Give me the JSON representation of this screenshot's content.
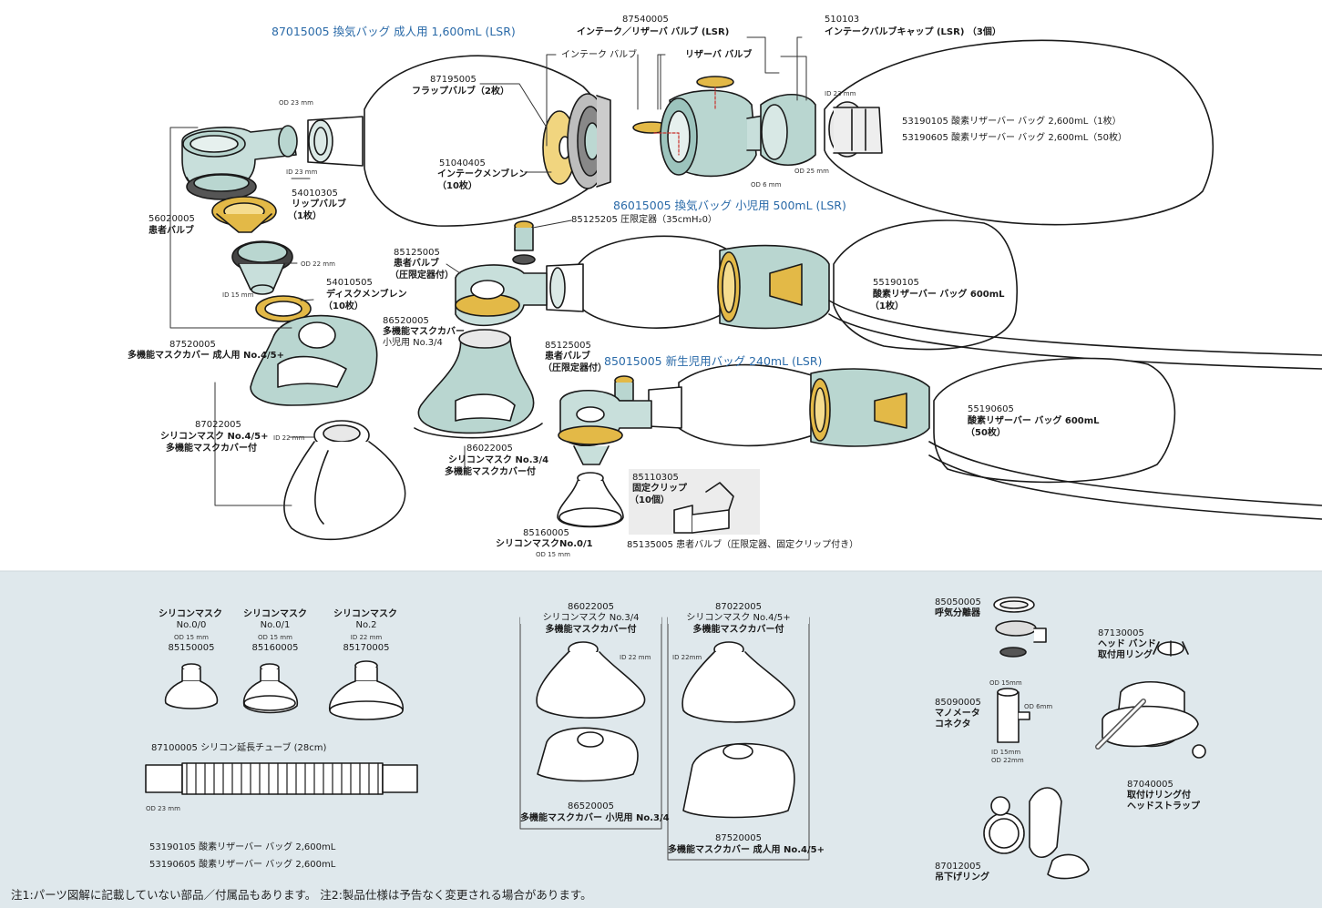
{
  "colors": {
    "bottom_panel": "#dfe8ec",
    "title_blue": "#2a6aa8",
    "teal_part": "#b9d6d0",
    "gold_part": "#e3b947",
    "outline": "#1a1a1a"
  },
  "titles": {
    "adult": "87015005 換気バッグ 成人用 1,600mL (LSR)",
    "pediatric": "86015005 換気バッグ 小児用 500mL (LSR)",
    "neonatal": "85015005 新生児用バッグ 240mL (LSR)"
  },
  "top_labels": {
    "p87540005_code": "87540005",
    "p87540005_name": "インテーク／リザーバ バルブ (LSR)",
    "p510103_code": "510103",
    "p510103_name": "インテークバルブキャップ (LSR) （3個）",
    "intake_valve": "インテーク バルブ",
    "reservoir_valve": "リザーバ バルブ",
    "p87195005_code": "87195005",
    "p87195005_name": "フラップバルブ（2枚）",
    "p51040405_code": "51040405",
    "p51040405_name": "インテークメンブレン",
    "p51040405_qty": "（10枚）",
    "p53190105_line": "53190105 酸素リザーバー バッグ 2,600mL（1枚）",
    "p53190605_line": "53190605 酸素リザーバー バッグ 2,600mL（50枚）",
    "od23": "OD 23 mm",
    "id23a": "ID 23 mm",
    "id23b": "ID 23 mm",
    "od25": "OD 25 mm",
    "od6": "OD 6 mm",
    "p56020005_code": "56020005",
    "p56020005_name": "患者バルブ",
    "p54010305_code": "54010305",
    "p54010305_name": "リップバルブ",
    "p54010305_qty": "（1枚）",
    "od22": "OD 22 mm",
    "id15": "ID 15 mm",
    "p54010505_code": "54010505",
    "p54010505_name": "ディスクメンブレン",
    "p54010505_qty": "（10枚）",
    "p85125205_line": "85125205 圧限定器（35cmH₂0）",
    "p85125005a_code": "85125005",
    "p85125005a_name": "患者バルブ",
    "p85125005a_sub": "（圧限定器付）",
    "p55190105_code": "55190105",
    "p55190105_name": "酸素リザーバー バッグ 600mL",
    "p55190105_qty": "（1枚）",
    "p86520005_code": "86520005",
    "p86520005_name": "多機能マスクカバー",
    "p86520005_size": "小児用 No.3/4",
    "p87520005_code": "87520005",
    "p87520005_name": "多機能マスクカバー 成人用 No.4/5+",
    "p85125005b_code": "85125005",
    "p85125005b_name": "患者バルブ",
    "p85125005b_sub": "（圧限定器付）",
    "p55190605_code": "55190605",
    "p55190605_name": "酸素リザーバー バッグ 600mL",
    "p55190605_qty": "（50枚）",
    "p87022005_code": "87022005",
    "p87022005_name": "シリコンマスク No.4/5+",
    "p87022005_sub": "多機能マスクカバー付",
    "id22": "ID 22 mm",
    "p86022005_code": "86022005",
    "p86022005_name": "シリコンマスク No.3/4",
    "p86022005_sub": "多機能マスクカバー付",
    "p85110305_code": "85110305",
    "p85110305_name": "固定クリップ",
    "p85110305_qty": "（10個）",
    "p85160005_code": "85160005",
    "p85160005_name": "シリコンマスクNo.0/1",
    "od15": "OD 15 mm",
    "p85135005_line": "85135005 患者バルブ（圧限定器、固定クリップ付き）"
  },
  "bottom": {
    "mask1_name": "シリコンマスク",
    "mask1_size": "No.0/0",
    "mask1_od": "OD 15 mm",
    "mask1_code": "85150005",
    "mask2_name": "シリコンマスク",
    "mask2_size": "No.0/1",
    "mask2_od": "OD 15 mm",
    "mask2_code": "85160005",
    "mask3_name": "シリコンマスク",
    "mask3_size": "No.2",
    "mask3_id": "ID 22 mm",
    "mask3_code": "85170005",
    "tube_label": "87100005 シリコン延長チューブ (28cm)",
    "tube_od": "OD 23 mm",
    "res1_line": "53190105 酸素リザーバー バッグ 2,600mL",
    "res2_line": "53190605 酸素リザーバー バッグ 2,600mL",
    "boxA_code": "86022005",
    "boxA_name": "シリコンマスク No.3/4",
    "boxA_sub": "多機能マスクカバー付",
    "boxA_id": "ID 22 mm",
    "boxA_cover_code": "86520005",
    "boxA_cover_name": "多機能マスクカバー 小児用 No.3/4",
    "boxB_code": "87022005",
    "boxB_name": "シリコンマスク No.4/5+",
    "boxB_sub": "多機能マスクカバー付",
    "boxB_id": "ID 22mm",
    "boxB_cover_code": "87520005",
    "boxB_cover_name": "多機能マスクカバー 成人用 No.4/5+",
    "p85050005_code": "85050005",
    "p85050005_name": "呼気分離器",
    "p85090005_code": "85090005",
    "p85090005_name1": "マノメータ",
    "p85090005_name2": "コネクタ",
    "mano_od15": "OD 15mm",
    "mano_od6": "OD 6mm",
    "mano_id15": "ID 15mm",
    "mano_od22": "OD 22mm",
    "p87130005_code": "87130005",
    "p87130005_name1": "ヘッド バンド",
    "p87130005_name2": "取付用リング",
    "p87040005_code": "87040005",
    "p87040005_name1": "取付けリング付",
    "p87040005_name2": "ヘッドストラップ",
    "p87012005_code": "87012005",
    "p87012005_name": "吊下げリング"
  },
  "note": "注1:パーツ図解に記載していない部品／付属品もあります。 注2:製品仕様は予告なく変更される場合があります。"
}
